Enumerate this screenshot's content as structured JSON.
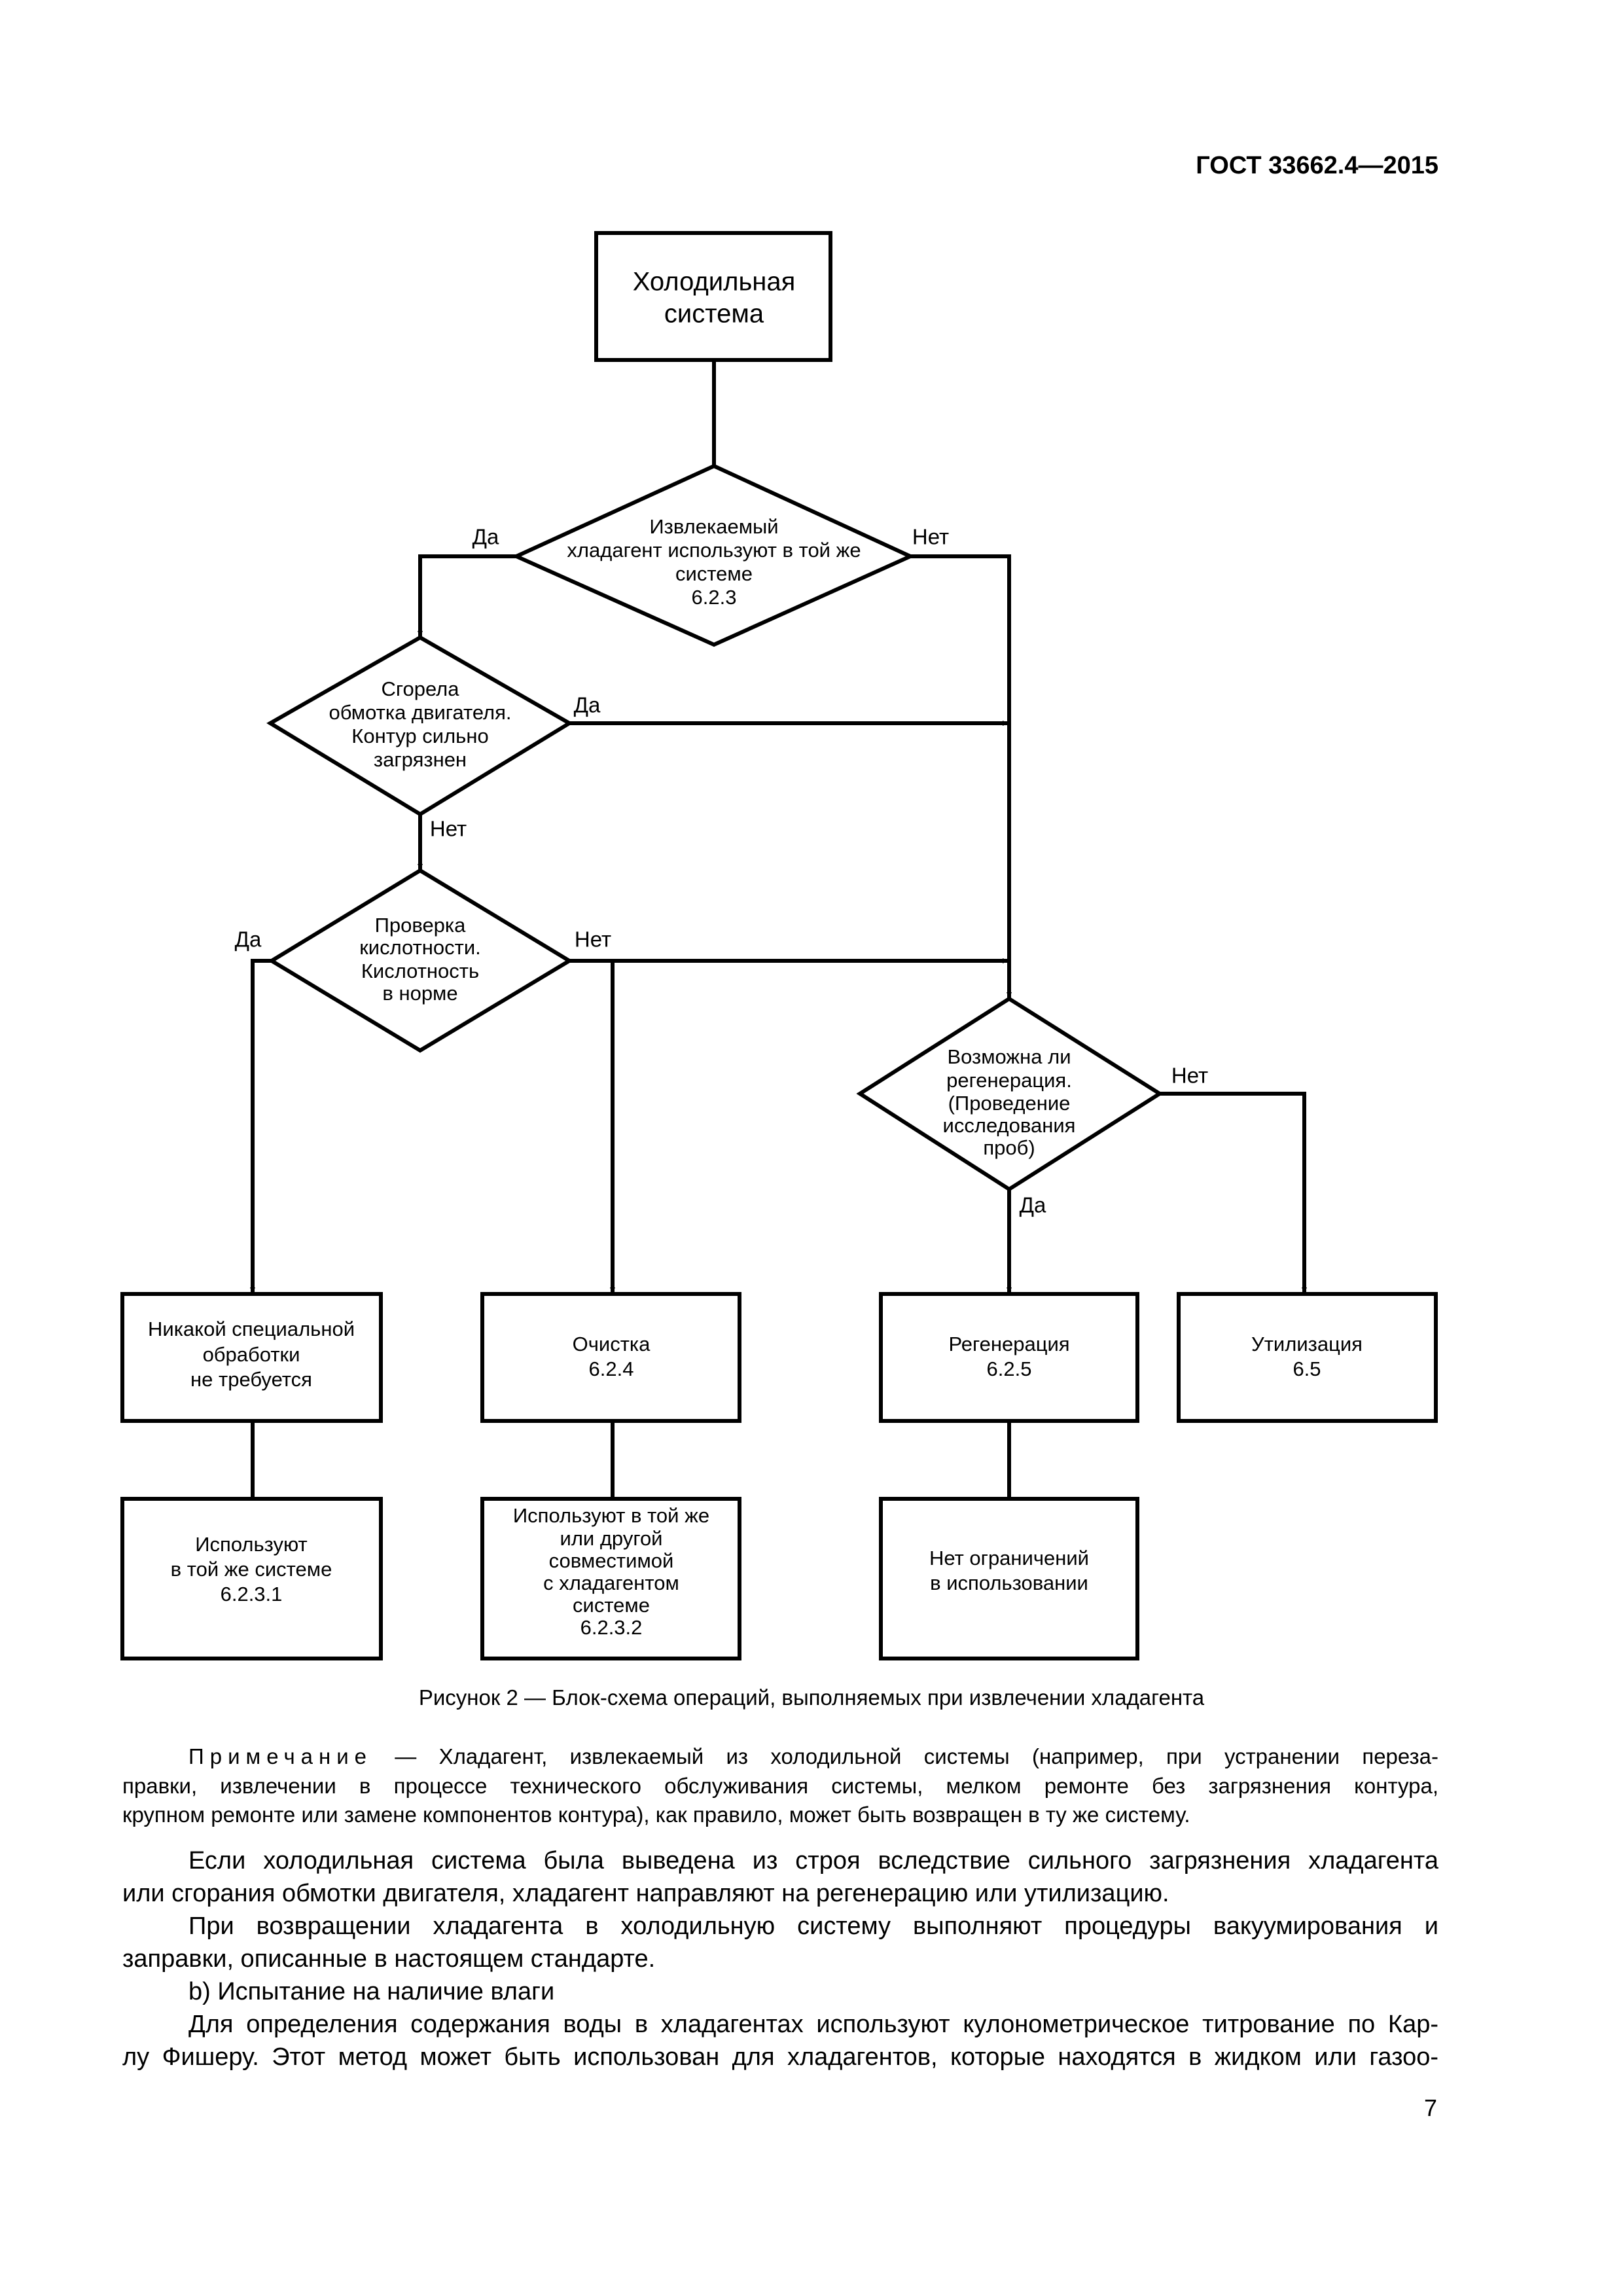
{
  "header": {
    "standard": "ГОСТ 33662.4—2015"
  },
  "flowchart": {
    "start": [
      "Холодильная",
      "система"
    ],
    "decision_reuse": [
      "Извлекаемый",
      "хладагент используют в той же",
      "системе",
      "6.2.3"
    ],
    "decision_burnout": [
      "Сгорела",
      "обмотка двигателя.",
      "Контур сильно",
      "загрязнен"
    ],
    "decision_acidity": [
      "Проверка",
      "кислотности.",
      "Кислотность",
      "в норме"
    ],
    "decision_regen": [
      "Возможна ли",
      "регенерация.",
      "(Проведение",
      "исследования",
      "проб)"
    ],
    "labels": {
      "yes": "Да",
      "no": "Нет"
    },
    "box_no_treatment": [
      "Никакой специальной",
      "обработки",
      "не требуется"
    ],
    "box_cleaning": [
      "Очистка",
      "6.2.4"
    ],
    "box_regeneration": [
      "Регенерация",
      "6.2.5"
    ],
    "box_disposal": [
      "Утилизация",
      "6.5"
    ],
    "box_same_system": [
      "Используют",
      "в той же системе",
      "6.2.3.1"
    ],
    "box_compatible": [
      "Используют в той же",
      "или другой",
      "совместимой",
      "с хладагентом",
      "системе",
      "6.2.3.2"
    ],
    "box_no_limits": [
      "Нет ограничений",
      "в использовании"
    ]
  },
  "caption": "Рисунок 2 — Блок-схема операций, выполняемых при извлечении хладагента",
  "note": {
    "label": "Примечание",
    "lines": [
      "— Хладагент, извлекаемый из холодильной системы (например, при устранении переза-",
      "правки, извлечении в процессе технического обслуживания системы, мелком ремонте без загрязнения контура,",
      "крупном ремонте или замене компонентов контура), как правило, может быть возвращен в ту же систему."
    ]
  },
  "body_lines": [
    "Если холодильная система была выведена из строя вследствие сильного загрязнения хладагента",
    "или сгорания обмотки двигателя, хладагент направляют на регенерацию или утилизацию.",
    "При возвращении хладагента в холодильную систему выполняют процедуры вакуумирования и",
    "заправки, описанные в настоящем стандарте.",
    "b) Испытание на наличие влаги",
    "Для определения содержания воды в хладагентах используют кулонометрическое титрование по Кар-",
    "лу Фишеру. Этот метод может быть использован для хладагентов, которые находятся в жидком или газоо-"
  ],
  "page_number": "7"
}
